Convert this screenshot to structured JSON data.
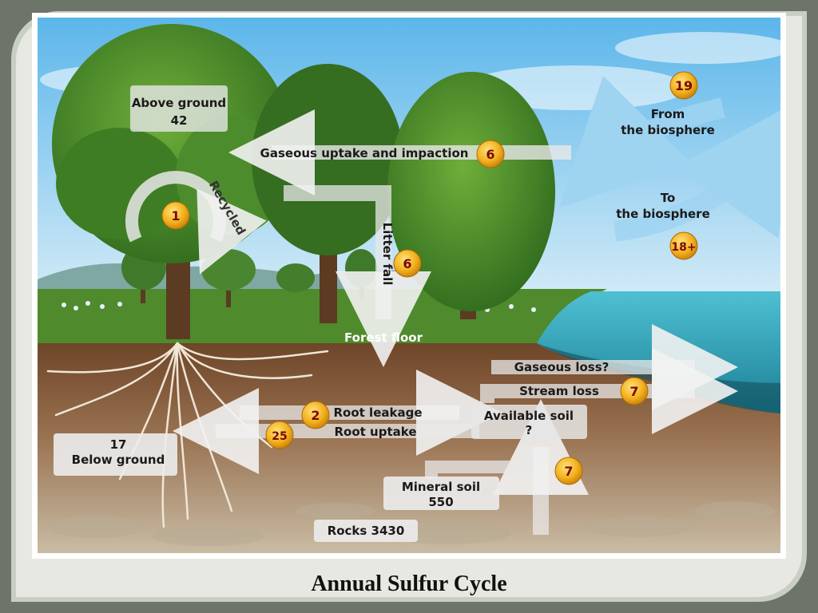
{
  "labels": {
    "above_ground": "Above ground",
    "above_ground_value": "42",
    "recycled": "Recycled",
    "gaseous_uptake": "Gaseous uptake and impaction",
    "litter_fall": "Litter fall",
    "forest_floor": "Forest floor",
    "from_biosphere_1": "From",
    "from_biosphere_2": "the biosphere",
    "to_biosphere_1": "To",
    "to_biosphere_2": "the biosphere",
    "gaseous_loss": "Gaseous loss?",
    "stream_loss": "Stream loss",
    "root_leakage": "Root leakage",
    "root_uptake": "Root uptake",
    "available_soil_1": "Available soil",
    "available_soil_2": "?",
    "below_ground_value": "17",
    "below_ground": "Below ground",
    "mineral_soil_1": "Mineral soil",
    "mineral_soil_2": "550",
    "rocks": "Rocks  3430"
  },
  "badges": {
    "recycled": "1",
    "gaseous_uptake": "6",
    "litter_fall": "6",
    "from_biosphere": "19",
    "to_biosphere": "18+",
    "stream_loss": "7",
    "root_leakage": "2",
    "root_uptake": "25",
    "mineral_weathering": "7"
  },
  "caption": "Annual Sulfur Cycle",
  "colors": {
    "badge": "#f2b01e",
    "badge_text": "#7a0a0a",
    "sky": "#8ec9ee",
    "grass": "#4f8a2c",
    "soil": "#8a6040",
    "rock": "#c8bca6",
    "water": "#2a9ab0"
  }
}
